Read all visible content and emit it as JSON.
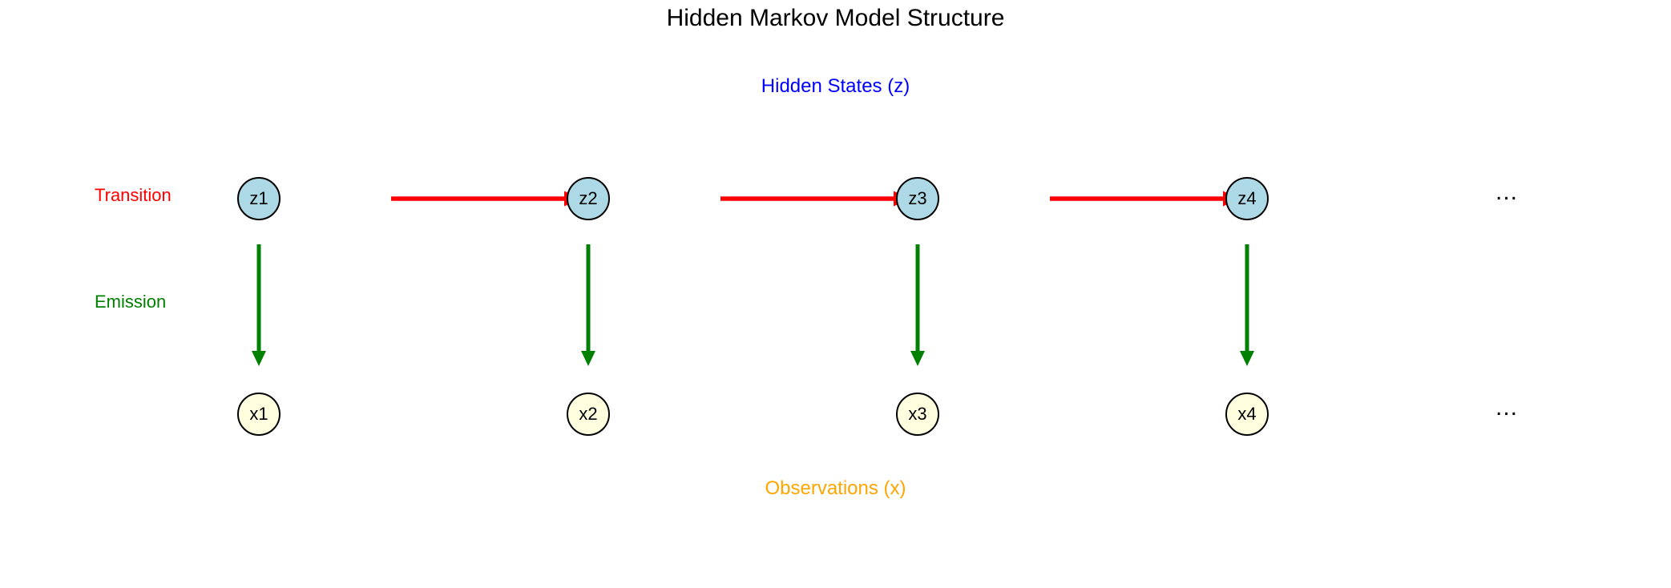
{
  "figure": {
    "title": "Hidden Markov Model Structure",
    "hidden_states_label": "Hidden States (z)",
    "observations_label": "Observations (x)",
    "transition_label": "Transition",
    "emission_label": "Emission",
    "ellipsis": "...",
    "hidden_nodes": [
      {
        "label": "z1"
      },
      {
        "label": "z2"
      },
      {
        "label": "z3"
      },
      {
        "label": "z4"
      }
    ],
    "observed_nodes": [
      {
        "label": "x1"
      },
      {
        "label": "x2"
      },
      {
        "label": "x3"
      },
      {
        "label": "x4"
      }
    ],
    "transition_arrows": [
      {
        "from": "z1",
        "to": "z2"
      },
      {
        "from": "z2",
        "to": "z3"
      },
      {
        "from": "z3",
        "to": "z4"
      }
    ],
    "emission_arrows": [
      {
        "from": "z1",
        "to": "x1"
      },
      {
        "from": "z2",
        "to": "x2"
      },
      {
        "from": "z3",
        "to": "x3"
      },
      {
        "from": "z4",
        "to": "x4"
      }
    ],
    "colors": {
      "background": "#ffffff",
      "title": "#000000",
      "hidden_states_label": "#0000ff",
      "observations_label": "#ffa500",
      "transition_label": "#ff0000",
      "emission_label": "#008000",
      "hidden_node_fill": "#add8e6",
      "observed_node_fill": "#ffffe0",
      "node_border": "#000000",
      "transition_arrow": "#ff0000",
      "emission_arrow": "#008000"
    }
  }
}
